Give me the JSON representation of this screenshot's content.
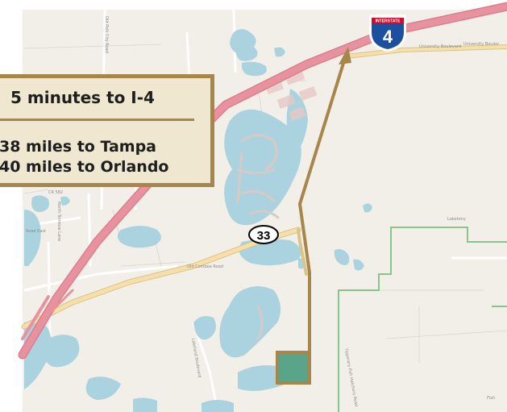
{
  "info_box": {
    "headline": "5 minutes to I-4",
    "lines": [
      "38 miles to Tampa",
      "40 miles to Orlando"
    ]
  },
  "shields": {
    "interstate_banner": "INTERSTATE",
    "interstate_number": "4",
    "state_route": "33"
  },
  "map_labels": {
    "university_blvd_1": "University Boulevard",
    "university_blvd_2": "University Boulev",
    "laketony": "Laketony",
    "fish": "Fish",
    "old_combee": "Old Combee Road",
    "old_polk_city": "Old Polk City Road",
    "lakeland_blvd": "Lakeland Boulevard",
    "tl_a": "Tipperary Fish Hatchery Road",
    "rd_a": "Road East",
    "cr_582": "CR 582",
    "n_tl": "North Tomkow Lane"
  },
  "colors": {
    "land": "#f2efe9",
    "water": "#aad3df",
    "interstate": "#e8929f",
    "arterial": "#f6dfa9",
    "route_arrow": "#a8864a",
    "property_fill": "#5aa58a",
    "boundary": "#8bc48b",
    "box_fill": "#efe7cf",
    "shield_blue": "#1c4fa0",
    "shield_red": "#c8102e"
  }
}
